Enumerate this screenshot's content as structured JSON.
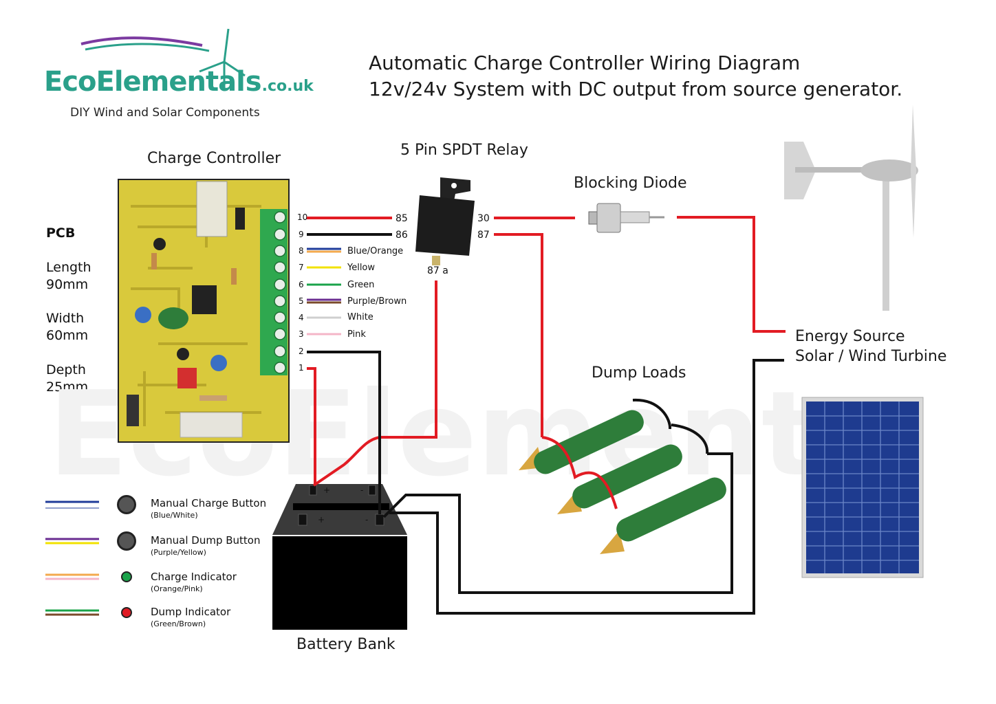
{
  "brand": {
    "name_part1": "EcoElementa",
    "name_part2": "ls",
    "domain": ".co.uk",
    "tagline": "DIY Wind and Solar Components"
  },
  "header": {
    "title_line1": "Automatic Charge Controller Wiring Diagram",
    "title_line2": "12v/24v System with DC output from source generator."
  },
  "controller": {
    "title": "Charge Controller",
    "pcb_heading": "PCB",
    "length_label": "Length",
    "length_value": "90mm",
    "width_label": "Width",
    "width_value": "60mm",
    "depth_label": "Depth",
    "depth_value": "25mm",
    "pins": [
      "10",
      "9",
      "8",
      "7",
      "6",
      "5",
      "4",
      "3",
      "2",
      "1"
    ],
    "wire_labels": [
      "Blue/Orange",
      "Yellow",
      "Green",
      "Purple/Brown",
      "White",
      "Pink"
    ]
  },
  "relay": {
    "title": "5 Pin SPDT Relay",
    "pin_85": "85",
    "pin_86": "86",
    "pin_30": "30",
    "pin_87": "87",
    "pin_87a": "87 a"
  },
  "diode": {
    "title": "Blocking Diode"
  },
  "source": {
    "line1": "Energy Source",
    "line2": "Solar / Wind Turbine"
  },
  "dump": {
    "title": "Dump Loads"
  },
  "battery": {
    "title": "Battery Bank",
    "plus": "+",
    "minus": "-"
  },
  "legend": [
    {
      "label": "Manual Charge Button",
      "sub": "(Blue/White)",
      "wire_colors": [
        "#1f3b9a",
        "#ffffff"
      ],
      "indicator": "#333333"
    },
    {
      "label": "Manual Dump Button",
      "sub": "(Purple/Yellow)",
      "wire_colors": [
        "#6a2c91",
        "#f2e200"
      ],
      "indicator": "#333333"
    },
    {
      "label": "Charge Indicator",
      "sub": "(Orange/Pink)",
      "wire_colors": [
        "#f3a94d",
        "#f4b6c8"
      ],
      "indicator": "#1aa34a"
    },
    {
      "label": "Dump Indicator",
      "sub": "(Green/Brown)",
      "wire_colors": [
        "#1aa34a",
        "#7a4a2a"
      ],
      "indicator": "#e01b24"
    }
  ],
  "colors": {
    "wire_red": "#e21b23",
    "wire_black": "#111111",
    "pcb_yellow": "#d9c93c",
    "terminal_green": "#2fa84f",
    "brand_green": "#2aa08a",
    "resistor_green": "#2e7d3a"
  }
}
